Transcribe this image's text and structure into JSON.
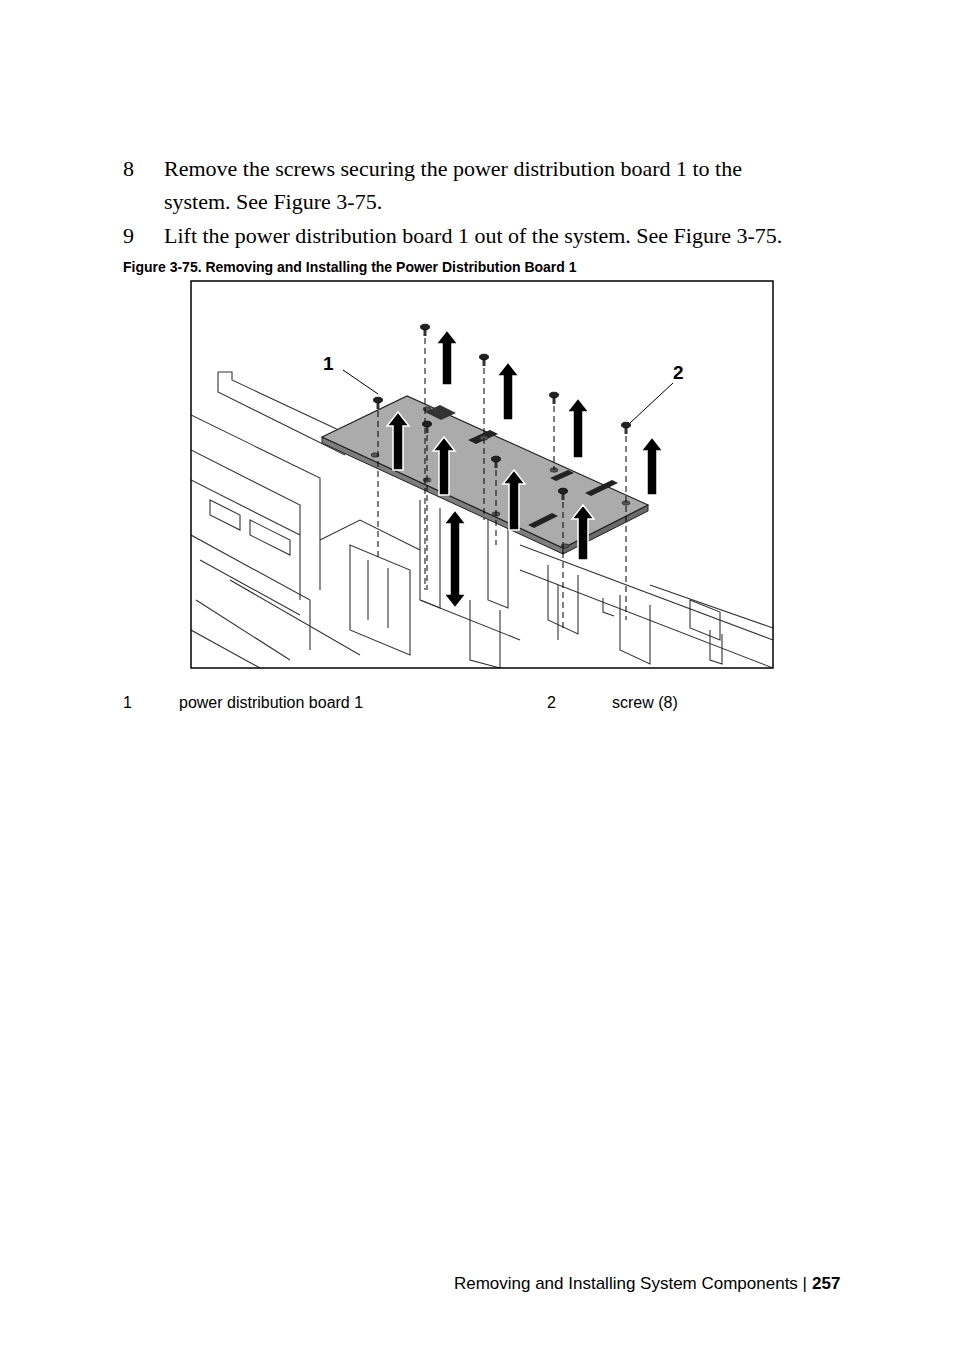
{
  "diagram": {
    "caption": "Figure 3-75.  Removing and Installing the Power Distribution Board 1",
    "labels": [
      "8",
      "Remove the screws securing the power distribution board 1 to the system. See Figure 3-75.",
      "9",
      "Lift the power distribution board 1 out of the system. See Figure 3-75.",
      "1",
      "2",
      "1",
      "power distribution board 1",
      "2",
      "screw (8)",
      "Removing and Installing System Components |",
      "257"
    ]
  }
}
